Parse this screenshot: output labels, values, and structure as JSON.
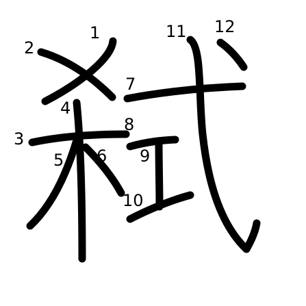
{
  "figure": {
    "character": "弑",
    "stroke_color": "#000000",
    "background_color": "#ffffff",
    "stroke_order_labels": [
      "1",
      "2",
      "3",
      "4",
      "5",
      "6",
      "7",
      "8",
      "9",
      "10",
      "11",
      "12"
    ]
  }
}
